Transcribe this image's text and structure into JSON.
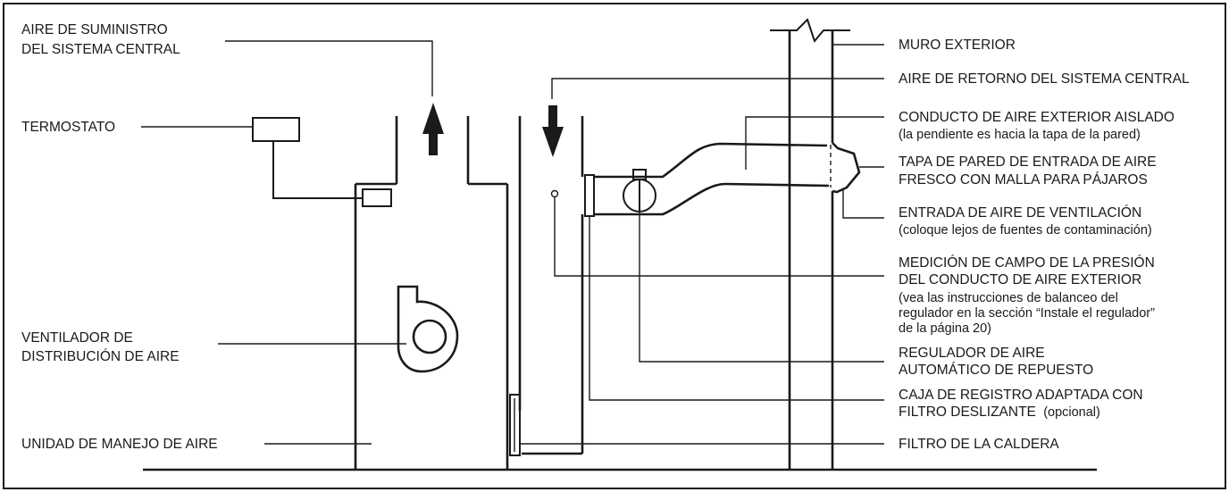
{
  "labels": {
    "supply_air": [
      "AIRE DE SUMINISTRO",
      "DEL SISTEMA CENTRAL"
    ],
    "thermostat": "TERMOSTATO",
    "blower": [
      "VENTILADOR DE",
      "DISTRIBUCIÓN DE AIRE"
    ],
    "air_handler": "UNIDAD DE MANEJO DE AIRE",
    "exterior_wall": "MURO EXTERIOR",
    "return_air": "AIRE DE RETORNO DEL SISTEMA CENTRAL",
    "insulated_duct": "CONDUCTO DE AIRE EXTERIOR AISLADO",
    "insulated_duct_note": "(la pendiente es hacia la tapa de la pared)",
    "wall_cap": [
      "TAPA DE PARED DE ENTRADA DE AIRE",
      "FRESCO CON MALLA PARA PÁJAROS"
    ],
    "vent_inlet": "ENTRADA DE AIRE DE VENTILACIÓN",
    "vent_inlet_note": "(coloque lejos de fuentes de contaminación)",
    "pressure": [
      "MEDICIÓN DE CAMPO DE LA PRESIÓN",
      "DEL CONDUCTO DE AIRE EXTERIOR"
    ],
    "pressure_note": [
      "(vea las instrucciones de balanceo del",
      "regulador en la sección “Instale el regulador”",
      "de la página 20)"
    ],
    "damper": [
      "REGULADOR DE AIRE",
      "AUTOMÁTICO DE REPUESTO"
    ],
    "filter_box": [
      "CAJA DE REGISTRO ADAPTADA CON",
      "FILTRO DESLIZANTE"
    ],
    "filter_box_note": "(opcional)",
    "furnace_filter": "FILTRO DE LA CALDERA"
  }
}
